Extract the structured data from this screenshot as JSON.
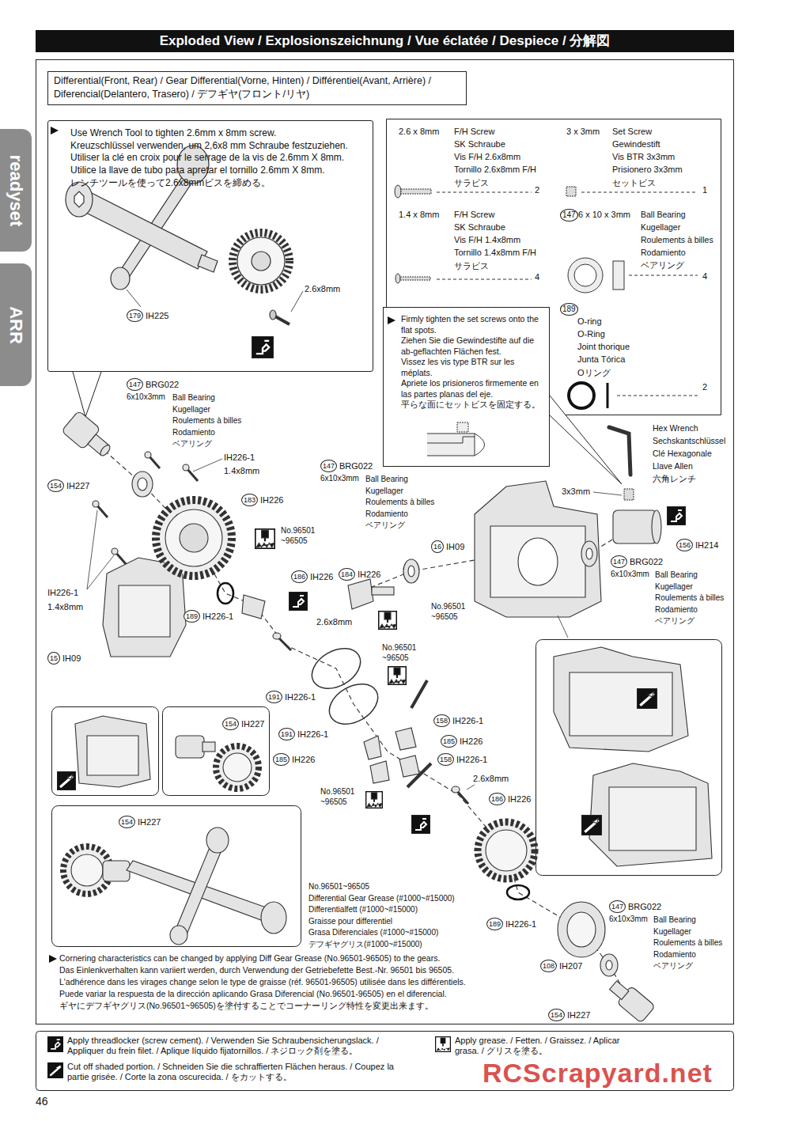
{
  "diagram": {
    "title": "Exploded View / Explosionszeichnung / Vue éclatée / Despiece / 分解図",
    "nodes": [
      {
        "text": [
          "readyset"
        ]
      },
      {
        "text": [
          "ARR"
        ]
      },
      {
        "text": [
          "Differential(Front, Rear) / Gear Differential(Vorne, Hinten) / Différentiel(Avant, Arrière) / Diferencial(Delantero, Trasero) / デフギヤ(フロント/リヤ)"
        ]
      },
      {
        "text": [
          "Use Wrench Tool to tighten 2.6mm x 8mm screw.",
          "Kreuzschlüssel verwenden, um 2,6x8 mm Schraube festzuziehen.",
          "Utiliser la clé en croix pour le serrage de la vis de 2.6mm X 8mm.",
          "Utilice la llave de tubo para apretar el tornillo 2.6mm X 8mm.",
          "レンチツールを使って2.6x8mmビスを締める。"
        ]
      },
      {
        "text": [
          "2.6 x 8mm",
          "F/H Screw",
          "SK Schraube",
          "Vis F/H 2.6x8mm",
          "Tornillo 2.6x8mm F/H",
          "サラビス",
          "2",
          "3 x 3mm",
          "Set Screw",
          "Gewindestift",
          "Vis BTR 3x3mm",
          "Prisionero 3x3mm",
          "セットビス",
          "1",
          "1.4 x 8mm",
          "F/H Screw",
          "SK Schraube",
          "Vis F/H 1.4x8mm",
          "Tornillo 1.4x8mm F/H",
          "サラビス",
          "4",
          "147",
          "6 x 10 x 3mm",
          "Ball Bearing",
          "Kugellager",
          "Roulements à billes",
          "Rodamiento",
          "ベアリング",
          "4",
          "189",
          "O-ring",
          "O-Ring",
          "Joint thorique",
          "Junta Tórica",
          "Oリング",
          "2"
        ]
      },
      {
        "text": [
          "Firmly tighten the set screws onto the flat spots.",
          "Ziehen Sie die Gewindestifte auf die ab-geflachten Flächen fest.",
          "Vissez les vis type BTR sur les méplats.",
          "Apriete los prisioneros firmemente en las partes planas del eje.",
          "平らな面にセットビスを固定する。"
        ]
      }
    ],
    "labels": [
      "2.6x8mm",
      "179",
      "IH225",
      "Hex Wrench",
      "Sechskantschlüssel",
      "Clé Hexagonale",
      "Llave Allen",
      "六角レンチ",
      "147",
      "BRG022",
      "6x10x3mm",
      "Ball Bearing",
      "Kugellager",
      "Roulements à billes",
      "Rodamiento",
      "ベアリング",
      "IH226-1",
      "1.4x8mm",
      "154",
      "IH227",
      "183",
      "IH226",
      "No.96501",
      "~96505",
      "184",
      "IH226",
      "186",
      "IH226",
      "IH226-1",
      "1.4x8mm",
      "189",
      "IH226-1",
      "2.6x8mm",
      "15",
      "IH09",
      "No.96501",
      "~96505",
      "147",
      "BRG022",
      "6x10x3mm",
      "Ball Bearing",
      "Kugellager",
      "Roulements à billes",
      "Rodamiento",
      "ベアリング",
      "16",
      "IH09",
      "3x3mm",
      "156",
      "IH214",
      "147",
      "BRG022",
      "6x10x3mm",
      "Ball Bearing",
      "Kugellager",
      "Roulements à billes",
      "Rodamiento",
      "ベアリング",
      "No.96501",
      "~96505",
      "191",
      "IH226-1",
      "158",
      "IH226-1",
      "154",
      "IH227",
      "191",
      "IH226-1",
      "185",
      "IH226",
      "185",
      "IH226",
      "158",
      "IH226-1",
      "No.96501",
      "~96505",
      "2.6x8mm",
      "186",
      "IH226",
      "154",
      "IH227",
      "No.96501~96505",
      "Differential Gear Grease (#1000~#15000)",
      "Differentialfett (#1000~#15000)",
      "Graisse pour differentiel",
      "Grasa Diferenciales (#1000~#15000)",
      "デフギヤグリス(#1000~#15000)",
      "189",
      "IH226-1",
      "147",
      "BRG022",
      "6x10x3mm",
      "Ball Bearing",
      "Kugellager",
      "Roulements à billes",
      "Rodamiento",
      "ベアリング",
      "108",
      "IH207",
      "154",
      "IH227",
      "Cornering characteristics can be changed by applying Diff Gear Grease (No.96501-96505) to the gears.",
      "Das Einlenkverhalten kann variiert werden, durch Verwendung der Getriebefette Best.-Nr. 96501 bis 96505.",
      "L'adhérence dans les virages change selon le type de graisse (réf. 96501-96505) utilisée dans les différentiels.",
      "Puede variar la respuesta de la dirección aplicando Grasa Diferencial (No.96501-96505) en el diferencial.",
      "ギヤにデフギヤグリス(No.96501~96505)を塗付することでコーナーリング特性を変更出来ます。",
      "46",
      "RCScrapyard.net"
    ],
    "legend": [
      {
        "text": "Apply threadlocker (screw cement). / Verwenden Sie Schraubensicherungslack. / Appliquer du frein filet. / Aplique líquido fijatornillos. / ネジロック剤を塗る。"
      },
      {
        "text": "Apply grease. / Fetten. / Graissez. / Aplicar grasa. / グリスを塗る。"
      },
      {
        "text": "Cut off shaded portion. / Schneiden Sie die schraffierten Flächen heraus. / Coupez la partie grisée. / Corte la zona oscurecida. / をカットする。"
      }
    ]
  }
}
